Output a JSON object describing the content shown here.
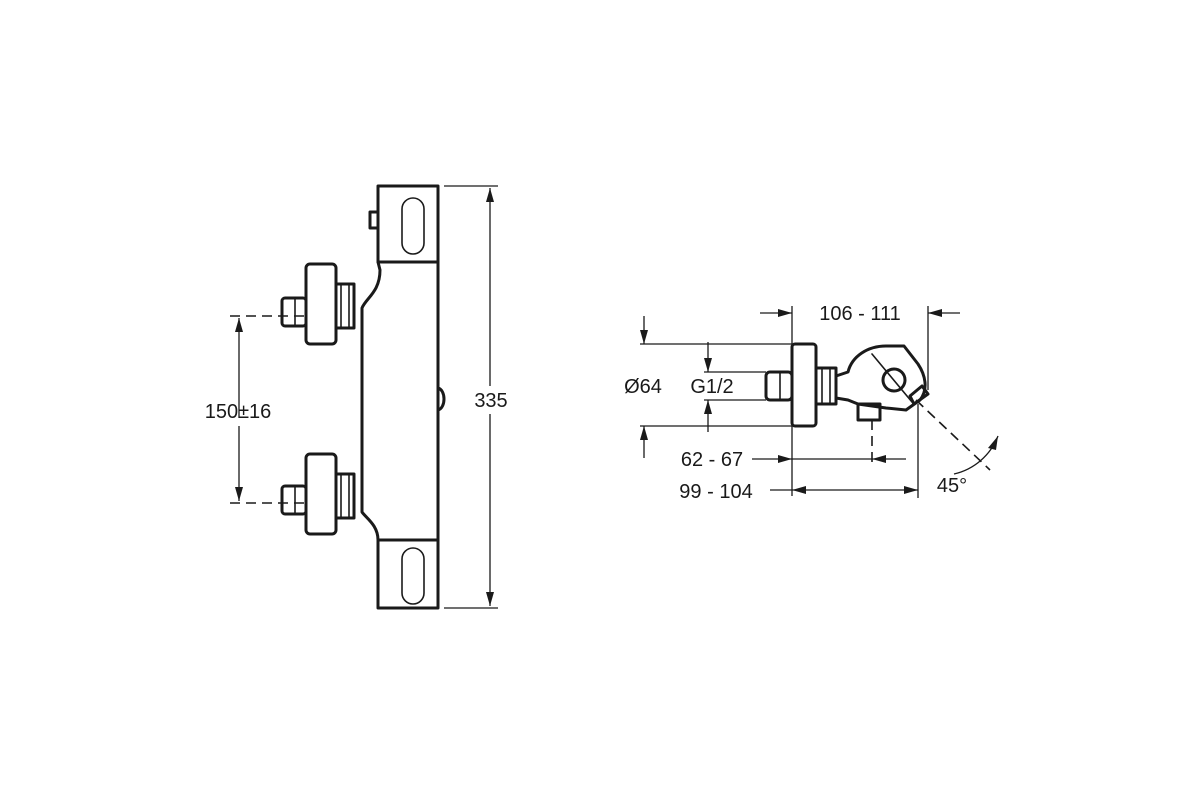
{
  "dimensions": {
    "total_height": "335",
    "inlet_spacing": "150±16",
    "depth_outer": "106 - 111",
    "flange_diameter": "Ø64",
    "thread": "G1/2",
    "depth_inner": "62 - 67",
    "depth_total": "99 - 104",
    "angle": "45°"
  }
}
